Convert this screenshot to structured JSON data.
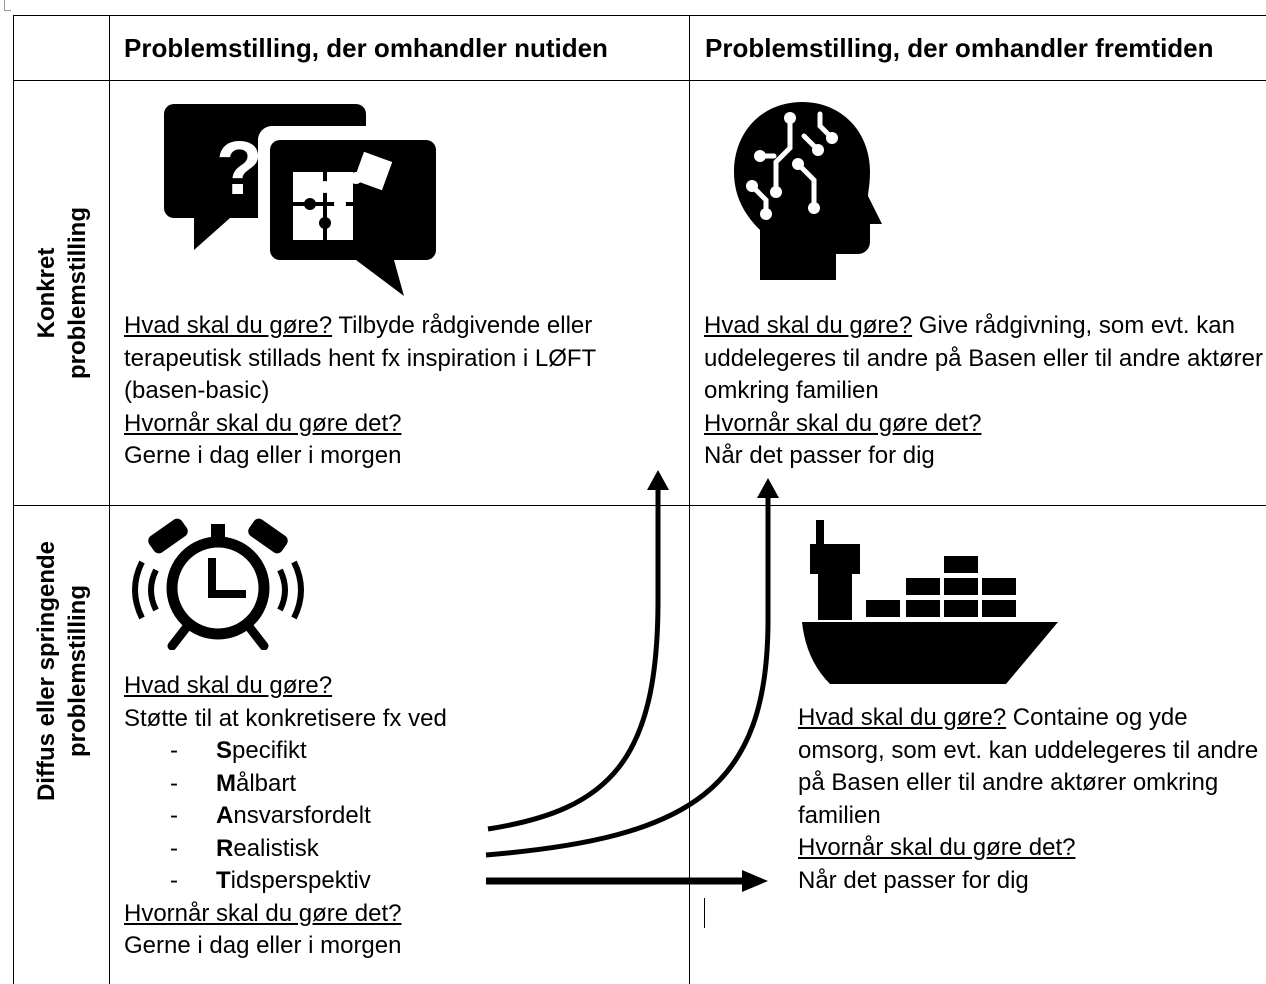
{
  "table": {
    "headers": {
      "present": "Problemstilling, der omhandler nutiden",
      "future": "Problemstilling, der omhandler fremtiden"
    },
    "rows": {
      "concrete": {
        "label_line1": "Konkret",
        "label_line2": "problemstilling"
      },
      "diffuse": {
        "label_line1": "Diffus eller springende",
        "label_line2": "problemstilling"
      }
    }
  },
  "cells": {
    "concrete_present": {
      "icon": "speech-bubbles-question-puzzle-icon",
      "what_label": "Hvad skal du gøre?",
      "what_text": " Tilbyde rådgivende eller terapeutisk stillads hent fx inspiration i LØFT (basen-basic)",
      "when_label": "Hvornår skal du gøre det?",
      "when_text": "Gerne i dag eller i morgen"
    },
    "concrete_future": {
      "icon": "head-circuit-icon",
      "what_label": "Hvad skal du gøre?",
      "what_text": " Give rådgivning, som evt. kan uddelegeres til andre på Basen eller til andre aktører omkring familien",
      "when_label": "Hvornår skal du gøre det?",
      "when_text": "Når det passer for dig"
    },
    "diffuse_present": {
      "icon": "alarm-clock-icon",
      "what_label": "Hvad skal du gøre?",
      "what_text": "Støtte til at konkretisere fx ved",
      "smart_items": [
        {
          "dash": "-",
          "letter": "S",
          "rest": "pecifikt"
        },
        {
          "dash": "-",
          "letter": "M",
          "rest": "ålbart"
        },
        {
          "dash": "-",
          "letter": "A",
          "rest": "nsvarsfordelt"
        },
        {
          "dash": "-",
          "letter": "R",
          "rest": "ealistisk"
        },
        {
          "dash": "-",
          "letter": "T",
          "rest": "idsperspektiv"
        }
      ],
      "when_label": "Hvornår skal du gøre det?",
      "when_text": "Gerne i dag eller i morgen"
    },
    "diffuse_future": {
      "icon": "cargo-ship-icon",
      "what_label": "Hvad skal du gøre?",
      "what_text": " Containe og yde omsorg, som evt. kan uddelegeres til andre på Basen eller til andre aktører omkring familien",
      "when_label": "Hvornår skal du gøre det?",
      "when_text": "Når det passer for dig"
    }
  },
  "arrows": [
    "arrow-to-concrete-present",
    "arrow-to-concrete-future",
    "arrow-to-diffuse-future"
  ]
}
